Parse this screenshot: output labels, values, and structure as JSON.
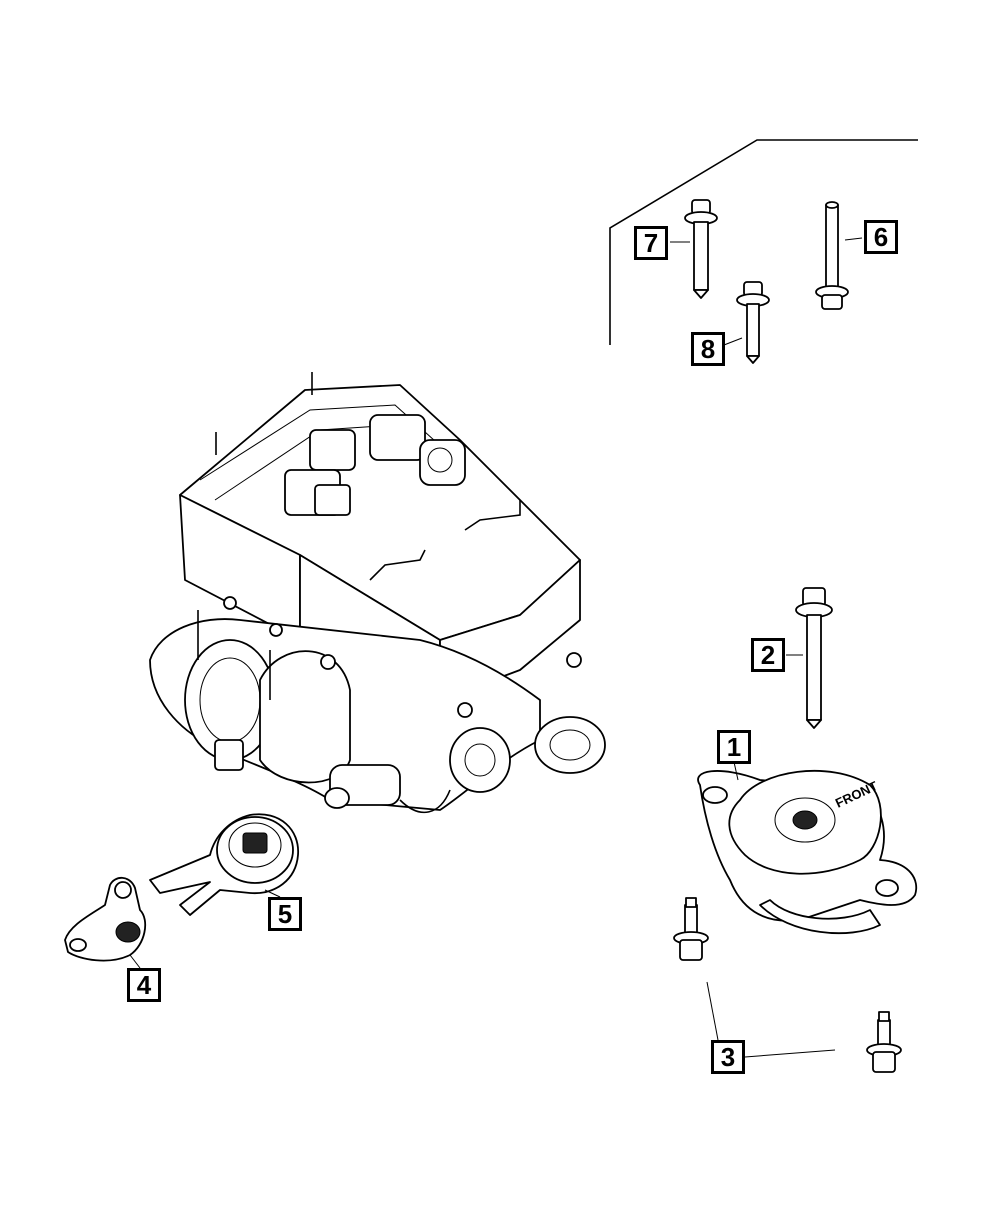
{
  "callouts": [
    {
      "id": "c1",
      "label": "1"
    },
    {
      "id": "c2",
      "label": "2"
    },
    {
      "id": "c3",
      "label": "3"
    },
    {
      "id": "c4",
      "label": "4"
    },
    {
      "id": "c5",
      "label": "5"
    },
    {
      "id": "c6",
      "label": "6"
    },
    {
      "id": "c7",
      "label": "7"
    },
    {
      "id": "c8",
      "label": "8"
    }
  ],
  "mount_marking": "FRONT",
  "colors": {
    "line": "#000000",
    "background": "#ffffff"
  }
}
